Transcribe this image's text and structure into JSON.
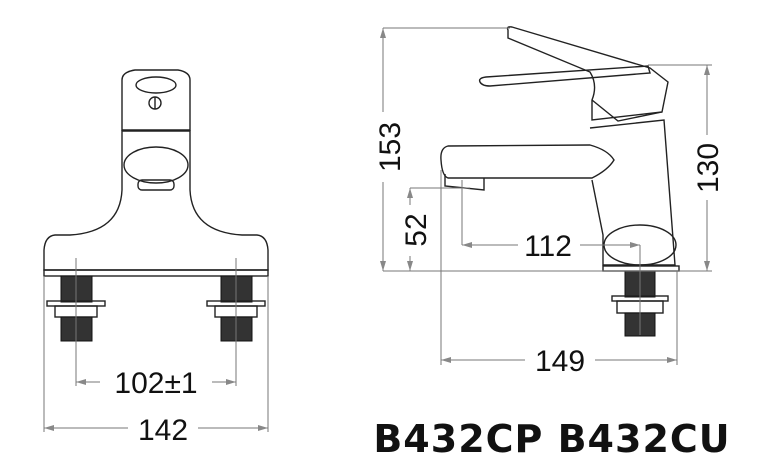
{
  "model_codes": "B432CP B432CU",
  "front_view": {
    "dimensions": {
      "inlet_spacing": "102±1",
      "base_width": "142"
    }
  },
  "side_view": {
    "dimensions": {
      "total_height": "153",
      "body_height": "130",
      "spout_clearance": "52",
      "spout_reach": "112",
      "total_depth": "149"
    }
  }
}
